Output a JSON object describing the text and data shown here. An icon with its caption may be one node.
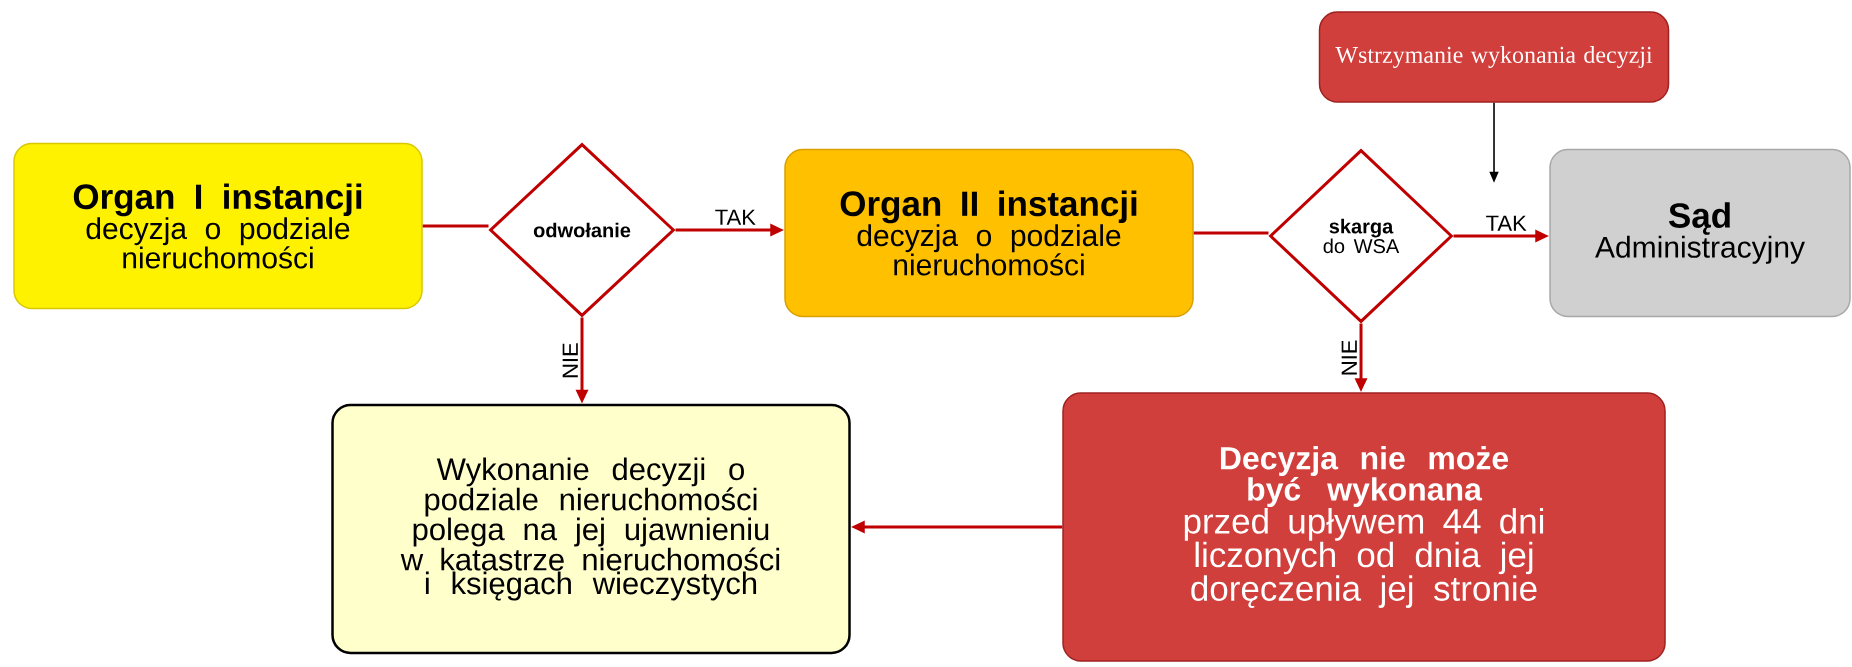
{
  "diagram": {
    "nodes": [
      {
        "text": [
          "Organ I instancji",
          "decyzja o podziale nieruchomości"
        ]
      },
      {
        "text": [
          "odwołanie"
        ]
      },
      {
        "text": [
          "Organ II instancji",
          "decyzja o podziale nieruchomości"
        ]
      },
      {
        "text": [
          "skarga",
          "do WSA"
        ]
      },
      {
        "text": [
          "Sąd",
          "Administracyjny"
        ]
      },
      {
        "text": [
          "Wstrzymanie wykonania decyzji"
        ]
      },
      {
        "text": [
          "Wykonanie decyzji o podziale nieruchomości polega na jej ujawnieniu w katastrze nieruchomości i księgach wieczystych"
        ]
      },
      {
        "text": [
          "Decyzja nie może być wykonana",
          "przed upływem 44 dni liczonych od dnia jej doręczenia jej stronie"
        ]
      }
    ],
    "edges": [
      {
        "from": 0,
        "to": 1,
        "arrow": "none"
      },
      {
        "from": 1,
        "to": 2,
        "arrow": "to",
        "label": "TAK"
      },
      {
        "from": 1,
        "to": 6,
        "arrow": "to",
        "label": "NIE"
      },
      {
        "from": 2,
        "to": 3,
        "arrow": "none"
      },
      {
        "from": 3,
        "to": 4,
        "arrow": "to",
        "label": "TAK"
      },
      {
        "from": 3,
        "to": 7,
        "arrow": "to",
        "label": "NIE"
      },
      {
        "from": 7,
        "to": 6,
        "arrow": "to"
      },
      {
        "from": 5,
        "to": null,
        "arrow": "to",
        "color": "#000000"
      }
    ]
  }
}
